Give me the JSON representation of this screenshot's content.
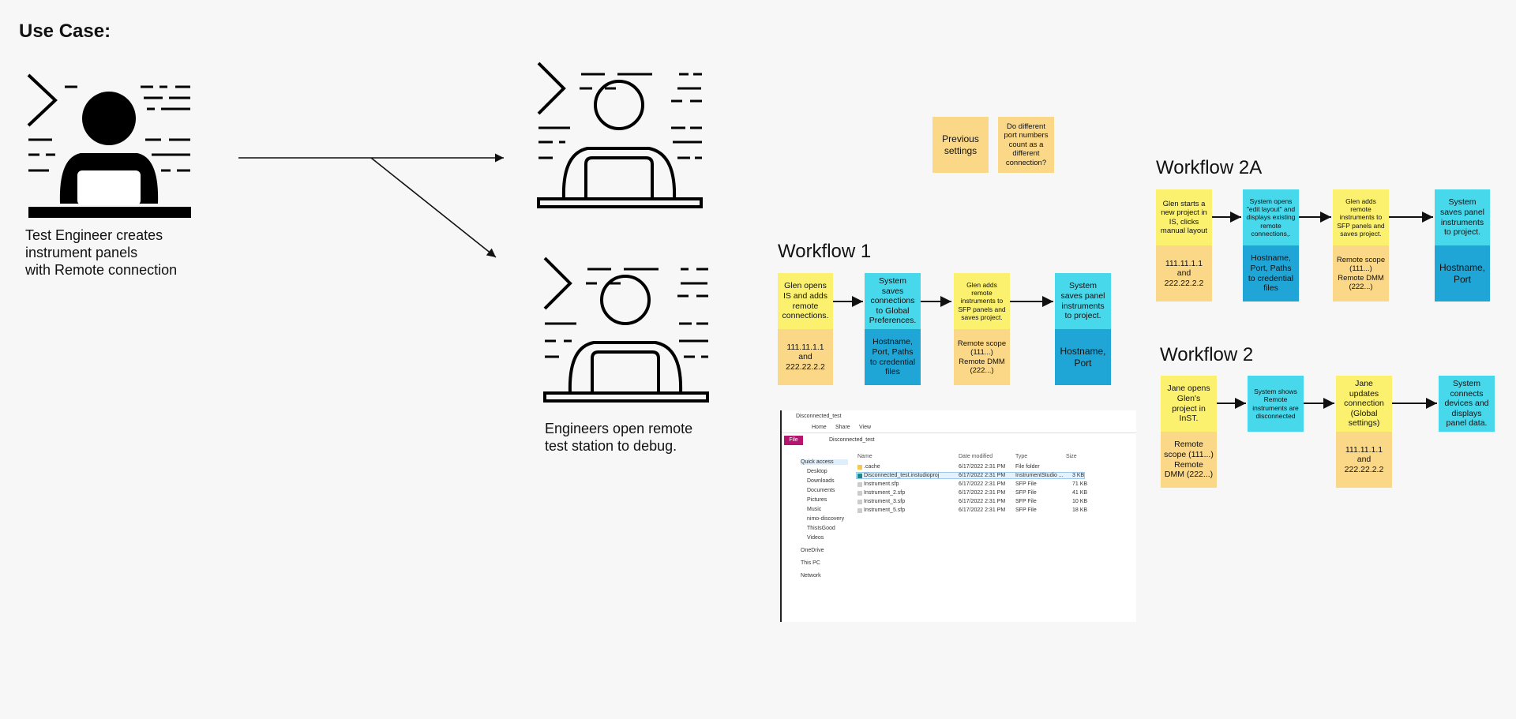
{
  "page": {
    "use_case_title": "Use Case:",
    "caption_left": [
      "Test Engineer creates",
      "instrument panels",
      "with Remote connection"
    ],
    "caption_right": [
      "Engineers open remote",
      "test station to debug."
    ]
  },
  "notes": {
    "previous_settings": "Previous settings",
    "port_question": "Do different port numbers count as a different connection?"
  },
  "workflow1": {
    "title": "Workflow 1",
    "steps": [
      {
        "top": "Glen opens IS and adds remote connections.",
        "bottom": "111.11.1.1 and 222.22.2.2"
      },
      {
        "top": "System saves connections to Global Preferences.",
        "bottom": "Hostname, Port, Paths to credential files"
      },
      {
        "top": "Glen adds remote instruments to SFP panels and saves project.",
        "bottom": "Remote scope (111...) Remote DMM (222...)"
      },
      {
        "top": "System saves panel instruments to project.",
        "bottom": "Hostname, Port"
      }
    ]
  },
  "workflow2a": {
    "title": "Workflow 2A",
    "steps": [
      {
        "top": "Glen starts a new project in IS, clicks manual layout",
        "bottom": "111.11.1.1 and 222.22.2.2"
      },
      {
        "top": "System opens \"edit layout\" and displays existing remote connections,.",
        "bottom": "Hostname, Port, Paths to credential files"
      },
      {
        "top": "Glen adds remote instruments to SFP panels and saves project.",
        "bottom": "Remote scope (111...) Remote DMM (222...)"
      },
      {
        "top": "System saves panel instruments to project.",
        "bottom": "Hostname, Port"
      }
    ]
  },
  "workflow2": {
    "title": "Workflow 2",
    "steps": [
      {
        "top": "Jane opens Glen's project in InST.",
        "bottom": "Remote scope (111...) Remote DMM (222...)"
      },
      {
        "top": "System shows Remote instruments are disconnected"
      },
      {
        "top": "Jane updates connection (Global settings)",
        "bottom": "111.11.1.1 and 222.22.2.2"
      },
      {
        "top": "System connects devices and displays panel data."
      }
    ]
  },
  "explorer": {
    "window_title": "Disconnected_test",
    "tabs": [
      "File",
      "Home",
      "Share",
      "View"
    ],
    "path": "Disconnected_test",
    "sidebar": [
      "Quick access",
      "Desktop",
      "Downloads",
      "Documents",
      "Pictures",
      "Music",
      "nimo-discovery",
      "ThisIsGood",
      "Videos",
      "OneDrive",
      "This PC",
      "Network"
    ],
    "columns": [
      "Name",
      "Date modified",
      "Type",
      "Size"
    ],
    "rows": [
      {
        "name": ".cache",
        "date": "6/17/2022 2:31 PM",
        "type": "File folder",
        "size": ""
      },
      {
        "name": "Disconnected_test.instudioproj",
        "date": "6/17/2022 2:31 PM",
        "type": "InstrumentStudio ...",
        "size": "3 KB"
      },
      {
        "name": "Instrument.sfp",
        "date": "6/17/2022 2:31 PM",
        "type": "SFP File",
        "size": "71 KB"
      },
      {
        "name": "Instrument_2.sfp",
        "date": "6/17/2022 2:31 PM",
        "type": "SFP File",
        "size": "41 KB"
      },
      {
        "name": "Instrument_3.sfp",
        "date": "6/17/2022 2:31 PM",
        "type": "SFP File",
        "size": "10 KB"
      },
      {
        "name": "Instrument_5.sfp",
        "date": "6/17/2022 2:31 PM",
        "type": "SFP File",
        "size": "18 KB"
      }
    ]
  }
}
